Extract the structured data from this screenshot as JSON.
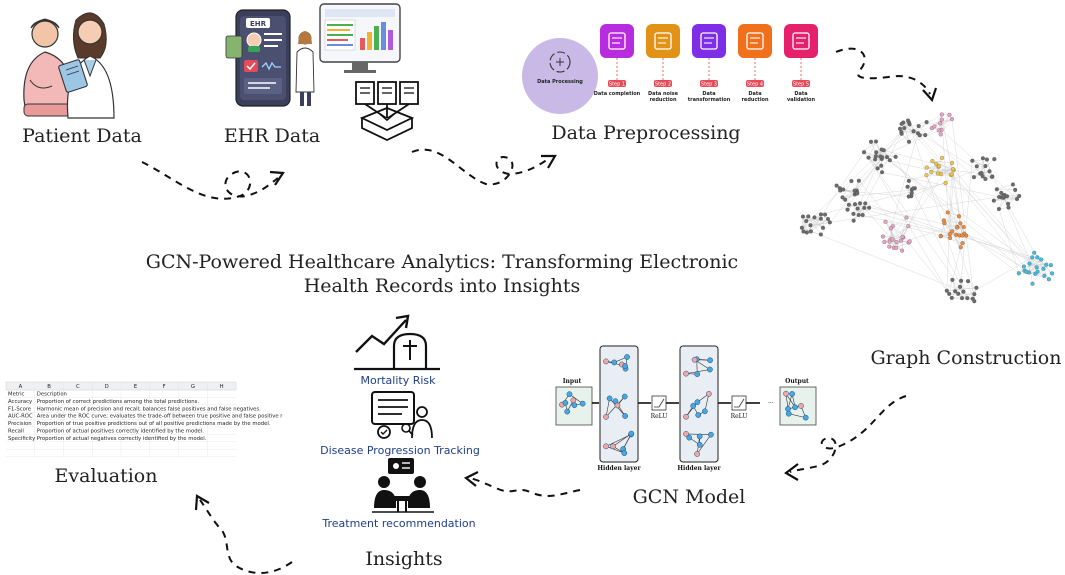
{
  "title_lines": [
    "GCN-Powered Healthcare Analytics: Transforming Electronic",
    "Health Records into Insights"
  ],
  "stages": {
    "patient_data": "Patient Data",
    "ehr_data": "EHR Data",
    "data_preprocessing": "Data Preprocessing",
    "graph_construction": "Graph Construction",
    "gcn_model": "GCN Model",
    "insights": "Insights",
    "evaluation": "Evaluation"
  },
  "ehr_card": {
    "badge": "EHR"
  },
  "preprocessing": {
    "hub_label": "Data Processing",
    "steps": [
      {
        "step": "Step 1",
        "label_lines": [
          "Data completion"
        ],
        "color": "#b82ce0"
      },
      {
        "step": "Step 2",
        "label_lines": [
          "Data noise",
          "reduction"
        ],
        "color": "#e29317"
      },
      {
        "step": "Step 3",
        "label_lines": [
          "Data",
          "transformation"
        ],
        "color": "#7e2ee6"
      },
      {
        "step": "Step 4",
        "label_lines": [
          "Data",
          "reduction"
        ],
        "color": "#f0701c"
      },
      {
        "step": "Step 5",
        "label_lines": [
          "Data",
          "validation"
        ],
        "color": "#e6216c"
      }
    ]
  },
  "insights": {
    "mortality": "Mortality Risk",
    "disease": "Disease Progression Tracking",
    "treatment": "Treatment recommendation"
  },
  "gcn_model": {
    "input": "Input",
    "output": "Output",
    "activations": [
      "ReLU",
      "ReLU"
    ],
    "hidden_layers": [
      "Hidden layer",
      "Hidden layer"
    ]
  },
  "evaluation_table": {
    "column_letters": [
      "A",
      "B",
      "C",
      "D",
      "E",
      "F",
      "G",
      "H"
    ],
    "rows": [
      [
        "Metric",
        "Description"
      ],
      [
        "Accuracy",
        "Proportion of correct predictions among the total predictions."
      ],
      [
        "F1-Score",
        "Harmonic mean of precision and recall; balances false positives and false negatives."
      ],
      [
        "AUC-ROC",
        "Area under the ROC curve; evaluates the trade-off between true positive and false positive r"
      ],
      [
        "Precision",
        "Proportion of true positive predictions out of all positive predictions made by the model."
      ],
      [
        "Recall",
        "Proportion of actual positives correctly identified by the model."
      ],
      [
        "Specificity",
        "Proportion of actual negatives correctly identified by the model."
      ]
    ]
  },
  "colors": {
    "accent_blue": "#1e3f8a",
    "ehr_phone": "#3b3f5c",
    "graph_gray": "#6b6b6b",
    "graph_pink": "#e8a3c2",
    "graph_yellow": "#f0c64a",
    "graph_cyan": "#3fbfe0",
    "graph_orange": "#f08a3a",
    "hub_purple": "#c9b9e6"
  }
}
